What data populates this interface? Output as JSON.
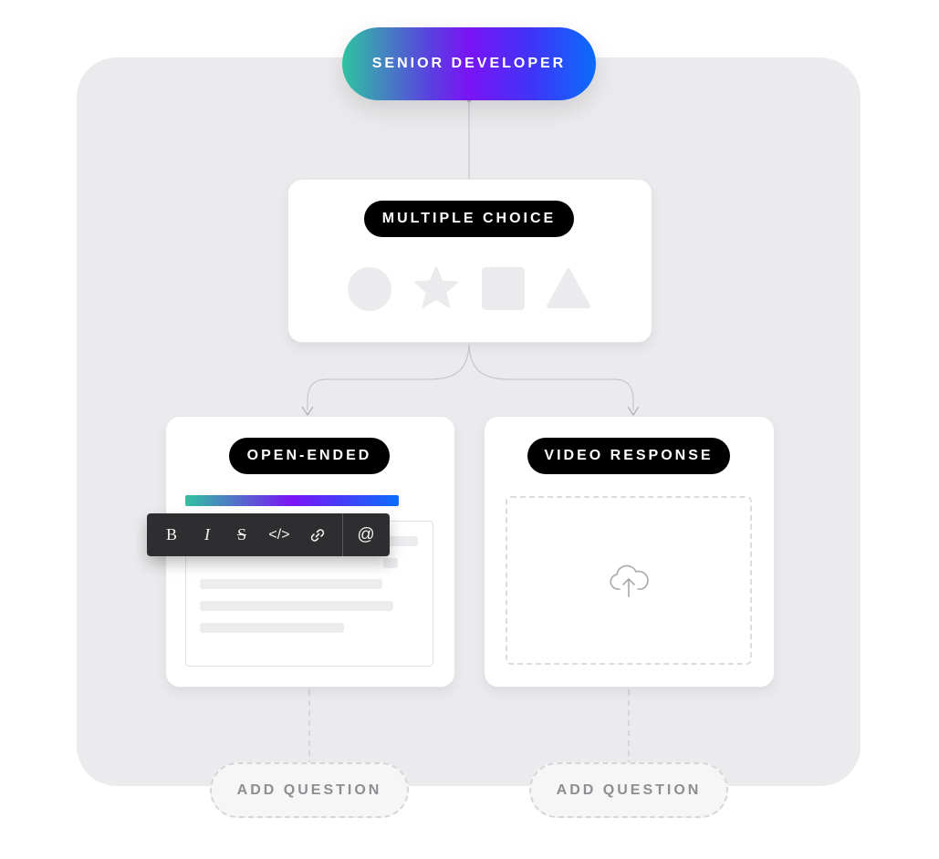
{
  "root": {
    "label": "SENIOR DEVELOPER"
  },
  "multiple_choice": {
    "label": "MULTIPLE CHOICE",
    "shapes": [
      "circle-icon",
      "star-icon",
      "square-icon",
      "triangle-icon"
    ]
  },
  "open_ended": {
    "label": "OPEN-ENDED"
  },
  "toolbar": {
    "bold": "B",
    "italic": "I",
    "strike": "S",
    "code": "</>",
    "link_icon": "link-icon",
    "mention": "@"
  },
  "video_response": {
    "label": "VIDEO RESPONSE",
    "upload_icon": "cloud-upload-icon"
  },
  "add_question_left": {
    "label": "ADD QUESTION"
  },
  "add_question_right": {
    "label": "ADD QUESTION"
  },
  "colors": {
    "gradient_start": "#2fc3a2",
    "gradient_mid": "#7a14f5",
    "gradient_end": "#0a6dfb",
    "panel": "#ebebed",
    "tag_bg": "#000000"
  }
}
